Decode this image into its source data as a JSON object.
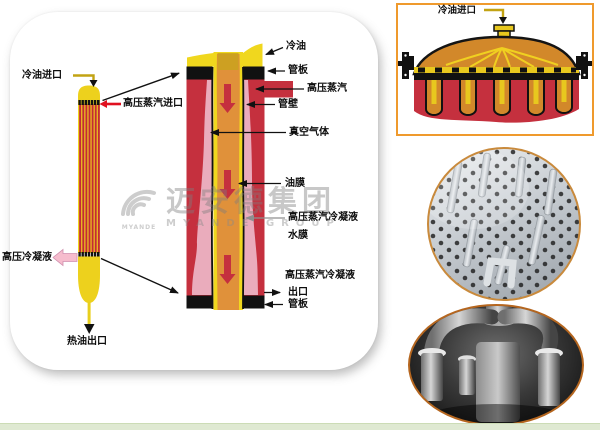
{
  "panel": {
    "column_diagram": {
      "labels": {
        "cold_oil_inlet": "冷油进口",
        "hp_steam_inlet": "高压蒸汽进口",
        "hp_condensate": "高压冷凝液",
        "hot_oil_outlet": "热油出口"
      }
    },
    "tube_film_diagram": {
      "labels": {
        "cold_oil": "冷油",
        "tube_plate_top": "管板",
        "hp_steam": "高压蒸汽",
        "tube_wall": "管壁",
        "vacuum_gas": "真空气体",
        "oil_film": "油膜",
        "hp_steam_condensate_upper": "高压蒸汽冷凝液",
        "water_film": "水膜",
        "hp_steam_condensate_lower": "高压蒸汽冷凝液",
        "outlet": "出口",
        "tube_plate_bottom": "管板"
      }
    }
  },
  "top_right_diagram": {
    "label_cold_oil_inlet": "冷油进口"
  },
  "watermark": {
    "cn": "迈安德集团",
    "en": "MYANDE GROUP",
    "logo_en": "MYANDE"
  },
  "colors": {
    "vessel_red": "#c5303e",
    "oil_yellow": "#f0d71e",
    "vacuum_orange": "#e0913a",
    "condensate_pink": "#eaacbc",
    "tube_plate_black": "#111111",
    "frame_orange": "#ef9a2d",
    "footer_green": "#dfe9d2"
  }
}
